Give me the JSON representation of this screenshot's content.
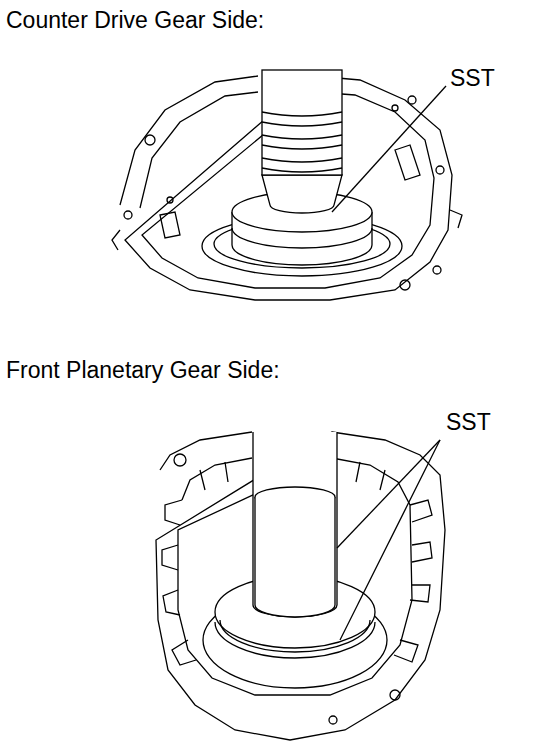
{
  "diagram": {
    "labels": [
      "Counter Drive Gear Side:",
      "SST",
      "Front Planetary Gear Side:",
      "SST"
    ]
  }
}
